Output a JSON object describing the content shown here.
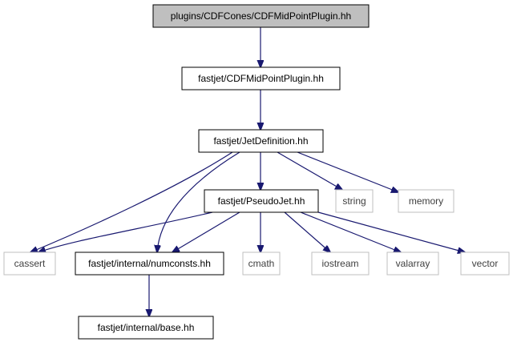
{
  "diagram": {
    "type": "include-dependency-graph",
    "colors": {
      "edge": "#191970",
      "root_fill": "#bfbfbf",
      "node_border": "#000000",
      "external_border": "#bfbfbf",
      "external_text": "#404040",
      "text": "#000000"
    },
    "nodes": [
      {
        "id": "root",
        "label": "plugins/CDFCones/CDFMidPointPlugin.hh",
        "kind": "root"
      },
      {
        "id": "cdfmid",
        "label": "fastjet/CDFMidPointPlugin.hh",
        "kind": "file"
      },
      {
        "id": "jetdef",
        "label": "fastjet/JetDefinition.hh",
        "kind": "file"
      },
      {
        "id": "pseudojet",
        "label": "fastjet/PseudoJet.hh",
        "kind": "file"
      },
      {
        "id": "string",
        "label": "string",
        "kind": "external"
      },
      {
        "id": "memory",
        "label": "memory",
        "kind": "external"
      },
      {
        "id": "cassert",
        "label": "cassert",
        "kind": "external"
      },
      {
        "id": "numconsts",
        "label": "fastjet/internal/numconsts.hh",
        "kind": "file"
      },
      {
        "id": "cmath",
        "label": "cmath",
        "kind": "external"
      },
      {
        "id": "iostream",
        "label": "iostream",
        "kind": "external"
      },
      {
        "id": "valarray",
        "label": "valarray",
        "kind": "external"
      },
      {
        "id": "vector",
        "label": "vector",
        "kind": "external"
      },
      {
        "id": "base",
        "label": "fastjet/internal/base.hh",
        "kind": "file"
      }
    ],
    "edges": [
      {
        "from": "root",
        "to": "cdfmid"
      },
      {
        "from": "cdfmid",
        "to": "jetdef"
      },
      {
        "from": "jetdef",
        "to": "pseudojet"
      },
      {
        "from": "jetdef",
        "to": "string"
      },
      {
        "from": "jetdef",
        "to": "memory"
      },
      {
        "from": "jetdef",
        "to": "cassert"
      },
      {
        "from": "jetdef",
        "to": "numconsts"
      },
      {
        "from": "pseudojet",
        "to": "cassert"
      },
      {
        "from": "pseudojet",
        "to": "numconsts"
      },
      {
        "from": "pseudojet",
        "to": "cmath"
      },
      {
        "from": "pseudojet",
        "to": "iostream"
      },
      {
        "from": "pseudojet",
        "to": "valarray"
      },
      {
        "from": "pseudojet",
        "to": "vector"
      },
      {
        "from": "numconsts",
        "to": "base"
      }
    ]
  }
}
